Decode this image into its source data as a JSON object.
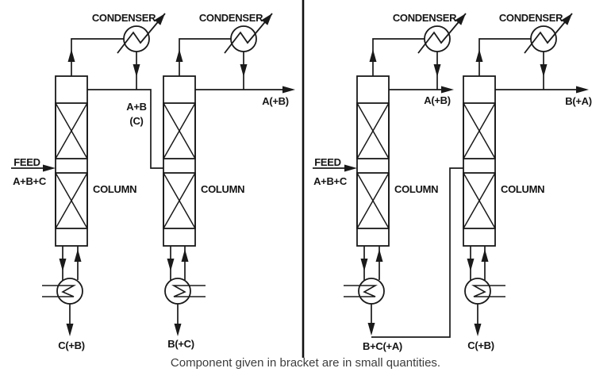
{
  "figure": {
    "caption": "Component given in bracket are in small quantities.",
    "condenser_label": "CONDENSER",
    "column_label": "COLUMN",
    "feed_label": "FEED",
    "feed_composition": "A+B+C"
  },
  "left_scheme": {
    "column1": {
      "distillate_line1": "A+B",
      "distillate_line2": "(C)",
      "bottoms_product": "C(+B)"
    },
    "column2": {
      "distillate_product": "A(+B)",
      "bottoms_product": "B(+C)"
    }
  },
  "right_scheme": {
    "column1": {
      "distillate_product": "A(+B)",
      "bottoms_product": "B+C(+A)"
    },
    "column2": {
      "distillate_product": "B(+A)",
      "bottoms_product": "C(+B)"
    }
  }
}
